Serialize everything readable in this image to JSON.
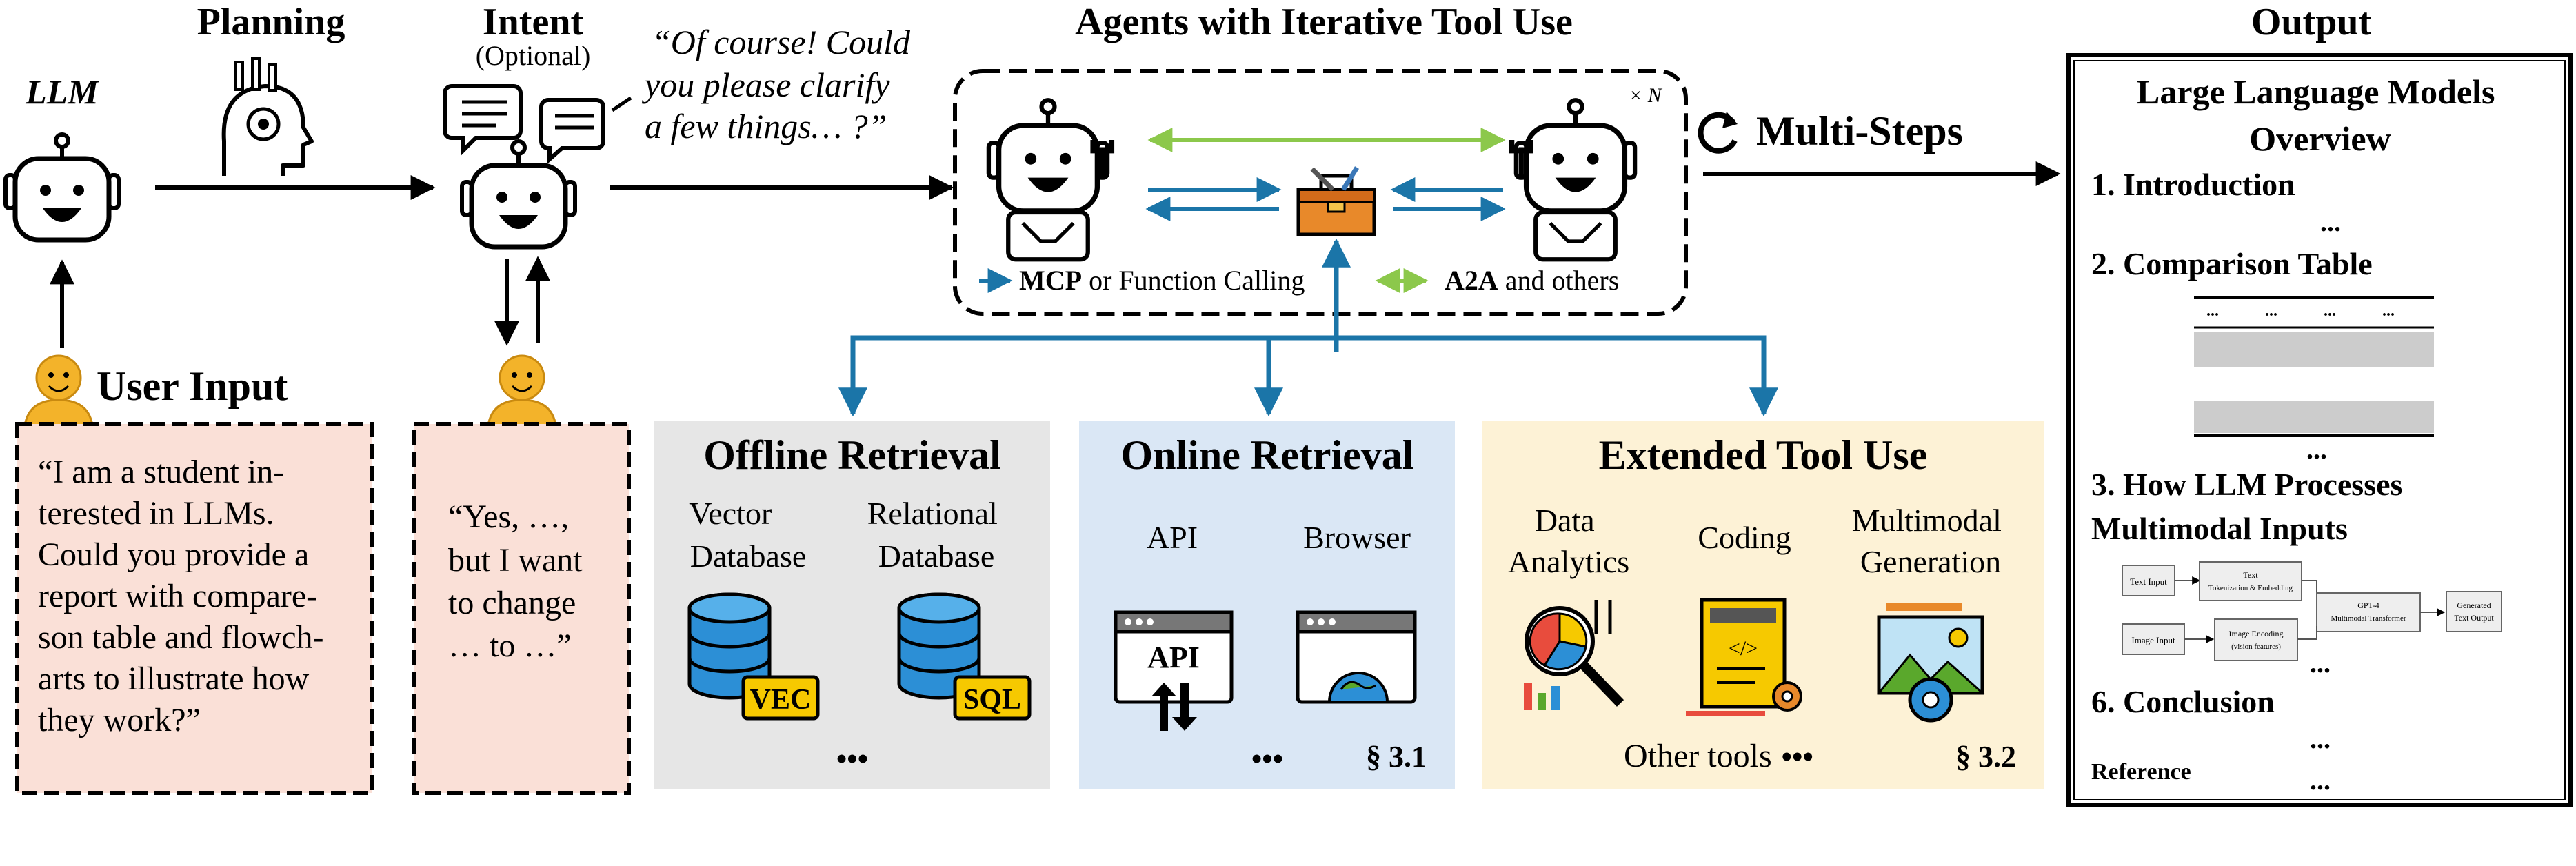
{
  "colors": {
    "arrow_blue": "#1b75a8",
    "arrow_green": "#8cc84b",
    "paper_pink": "#fae0d7",
    "offline_bg": "#e6e6e6",
    "online_bg": "#dae7f5",
    "extended_bg": "#fdf2d6",
    "db_blue": "#2c8fd6",
    "badge_yellow": "#f6c900",
    "user_yellow": "#f3b32a",
    "gray_bar": "#cccccc"
  },
  "headings": {
    "planning": "Planning",
    "intent": "Intent",
    "intent_optional": "(Optional)",
    "agents": "Agents with Iterative Tool Use",
    "output": "Output"
  },
  "llm_label": "LLM",
  "user_input_title": "User Input",
  "user_request_lines": [
    "“I am a student in-",
    "terested in LLMs.",
    "Could you provide a",
    "report with compare-",
    "son table and flowch-",
    "arts to illustrate how",
    "they work?”"
  ],
  "clarify_lines": [
    "“Of course! Could",
    "you please clarify",
    "a few things… ?”"
  ],
  "user_reply_lines": [
    "“Yes, …,",
    "but I want",
    "to change",
    "… to …”"
  ],
  "agents_box": {
    "times_n": "× N",
    "mcp_bold": "MCP",
    "mcp_rest": " or Function Calling",
    "a2a_bold": "A2A",
    "a2a_rest": " and others"
  },
  "multi_steps": "Multi-Steps",
  "offline": {
    "title": "Offline Retrieval",
    "vector": [
      "Vector",
      "Database"
    ],
    "relational": [
      "Relational",
      "Database"
    ],
    "vec_badge": "VEC",
    "sql_badge": "SQL",
    "ellipsis": "•••"
  },
  "online": {
    "title": "Online Retrieval",
    "api": "API",
    "browser": "Browser",
    "api_icon_text": "API",
    "ellipsis": "•••",
    "section": "§ 3.1"
  },
  "extended": {
    "title": "Extended Tool Use",
    "data_analytics": [
      "Data",
      "Analytics"
    ],
    "coding": "Coding",
    "multimodal": [
      "Multimodal",
      "Generation"
    ],
    "other_tools": "Other tools",
    "ellipsis": "•••",
    "section": "§ 3.2"
  },
  "report": {
    "title_lines": [
      "Large Language Models",
      "Overview"
    ],
    "s1": "1. Introduction",
    "s2": "2. Comparison Table",
    "table_header": [
      "...",
      "...",
      "...",
      "..."
    ],
    "s3_lines": [
      "3. How LLM Processes",
      "Multimodal Inputs"
    ],
    "flow": {
      "text_input": "Text Input",
      "text_tok": [
        "Text",
        "Tokenization & Embedding"
      ],
      "gpt4": [
        "GPT-4",
        "Multimodal Transformer"
      ],
      "generated": [
        "Generated",
        "Text Output"
      ],
      "image_input": "Image Input",
      "image_enc": [
        "Image Encoding",
        "(vision features)"
      ]
    },
    "s6": "6. Conclusion",
    "reference": "Reference",
    "dots": "..."
  }
}
